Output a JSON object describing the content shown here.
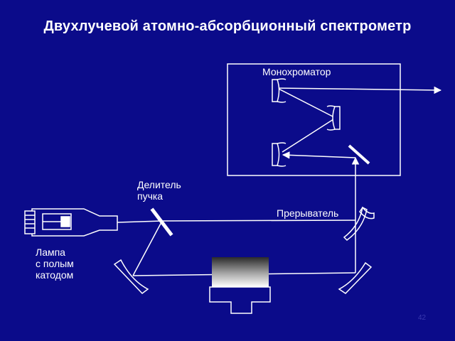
{
  "title": "Двухлучевой атомно-абсорбционный спектрометр",
  "labels": {
    "monochromator": "Монохроматор",
    "beam_splitter_line1": "Делитель",
    "beam_splitter_line2": "пучка",
    "chopper": "Прерыватель",
    "lamp_line1": "Лампа",
    "lamp_line2": "с полым",
    "lamp_line3": "катодом"
  },
  "page_number": "42",
  "colors": {
    "background": "#0b0b8a",
    "foreground": "#ffffff"
  }
}
